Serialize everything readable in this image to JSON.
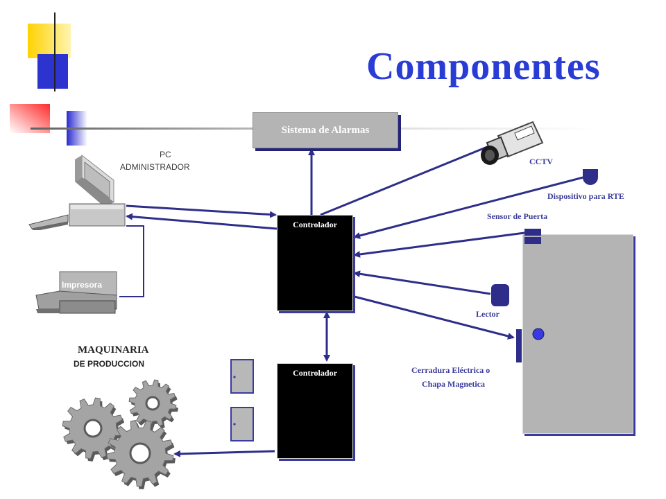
{
  "title": "Componentes",
  "alarm_system_label": "Sistema de Alarmas",
  "pc_label_line1": "PC",
  "pc_label_line2": "ADMINISTRADOR",
  "printer_label": "Impresora",
  "controller_top_label": "Controlador",
  "controller_bottom_label": "Controlador",
  "cctv_label": "CCTV",
  "rte_label": "Dispositivo para RTE",
  "door_sensor_label": "Sensor de Puerta",
  "reader_label": "Lector",
  "lock_label_line1": "Cerradura Eléctrica o",
  "lock_label_line2": "Chapa Magnetica",
  "machinery_label_line1": "MAQUINARIA",
  "machinery_label_line2": "DE PRODUCCION",
  "colors": {
    "title": "#2a3cd6",
    "connector": "#2e2e8a",
    "label_blue": "#3a3a9a",
    "device_gray": "#b4b4b4",
    "controller": "#000000"
  }
}
